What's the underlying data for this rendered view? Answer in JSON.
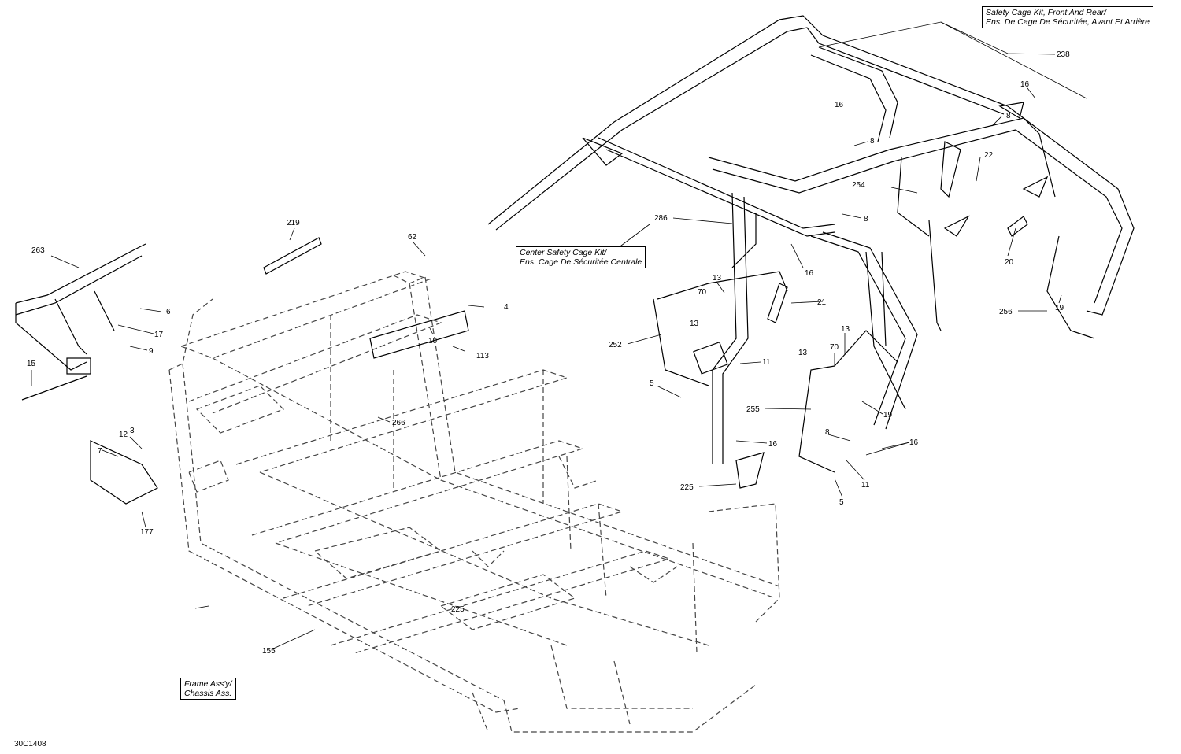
{
  "kits": {
    "cage": {
      "line1": "Safety Cage Kit, Front And Rear/",
      "line2": "Ens. De Cage De Sécuritée, Avant Et Arrière"
    },
    "center": {
      "line1": "Center Safety Cage Kit/",
      "line2": "Ens. Cage De Sécuritée Centrale"
    },
    "frame": {
      "line1": "Frame Ass'y/",
      "line2": "Chassis Ass."
    }
  },
  "drawing_code": "30C1408",
  "callouts": [
    "238",
    "16",
    "16",
    "8",
    "8",
    "22",
    "254",
    "286",
    "8",
    "16",
    "20",
    "13",
    "70",
    "13",
    "21",
    "19",
    "256",
    "252",
    "11",
    "5",
    "13",
    "70",
    "13",
    "19",
    "255",
    "8",
    "16",
    "16",
    "11",
    "5",
    "225",
    "219",
    "62",
    "263",
    "4",
    "6",
    "17",
    "10",
    "113",
    "9",
    "15",
    "266",
    "12",
    "3",
    "7",
    "177",
    "225",
    "155"
  ],
  "colors": {
    "line": "#000000",
    "frame_line": "#444444"
  }
}
